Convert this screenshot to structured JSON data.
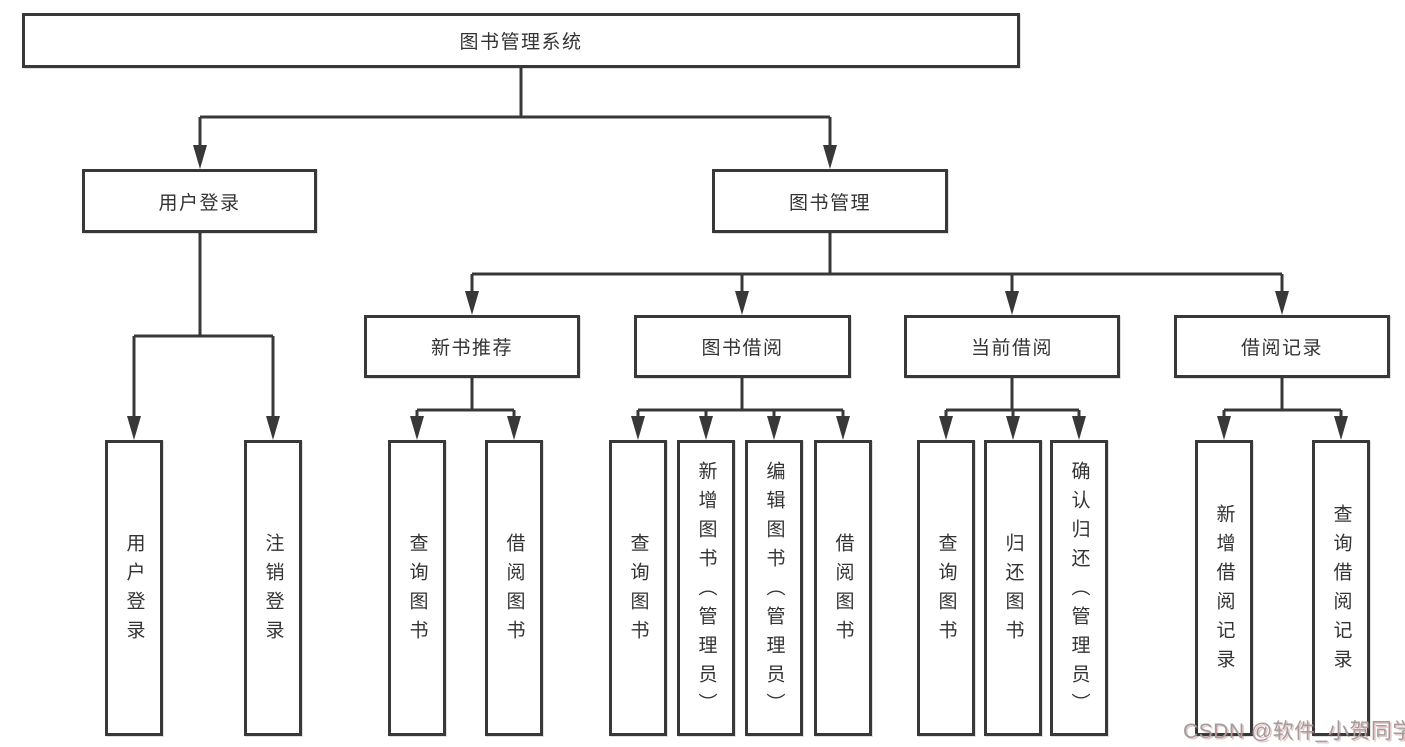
{
  "diagram": {
    "root": {
      "label": "图书管理系统"
    },
    "level2": [
      {
        "label": "用户登录"
      },
      {
        "label": "图书管理"
      }
    ],
    "level3": [
      {
        "label": "新书推荐"
      },
      {
        "label": "图书借阅"
      },
      {
        "label": "当前借阅"
      },
      {
        "label": "借阅记录"
      }
    ],
    "leaves": {
      "user_login": [
        "用户登录",
        "注销登录"
      ],
      "new_book": [
        "查询图书",
        "借阅图书"
      ],
      "book_borrow": [
        "查询图书",
        "新增图书（管理员）",
        "编辑图书（管理员）",
        "借阅图书"
      ],
      "current_borrow": [
        "查询图书",
        "归还图书",
        "确认归还（管理员）"
      ],
      "borrow_records": [
        "新增借阅记录",
        "查询借阅记录"
      ]
    }
  },
  "watermark": "CSDN @软件_小贺同学",
  "colors": {
    "line": "#383838",
    "text": "#333333",
    "background": "#ffffff",
    "watermark_gray": "#9e9e9e",
    "watermark_fringe": "#cd5a5a"
  }
}
